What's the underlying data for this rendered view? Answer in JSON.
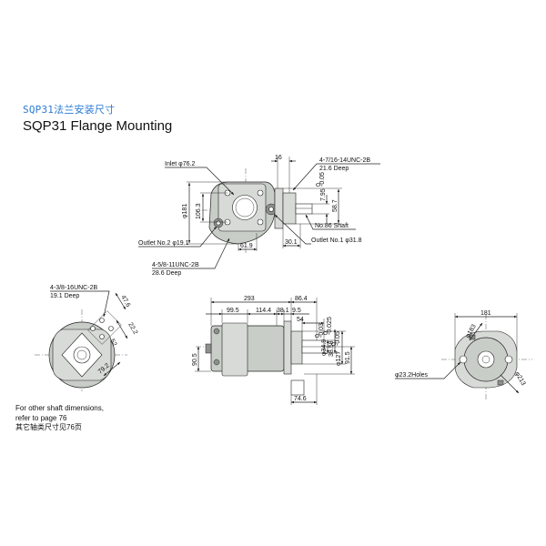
{
  "titles": {
    "cn": "SQP31法兰安装尺寸",
    "en": "SQP31 Flange Mounting"
  },
  "note": {
    "line1": "For other shaft dimensions,",
    "line2": "refer to page 76",
    "line3": "其它轴类尺寸见76页"
  },
  "top_view": {
    "inlet": "Inlet φ76.2",
    "dim_181": "φ181",
    "dim_106": "106.3",
    "outlet2": "Outlet No.2 φ19.1",
    "dim_61": "61.9",
    "thread_bottom_1": "4-5/8-11UNC-2B",
    "thread_bottom_2": "28.6 Deep",
    "dim_16": "16",
    "thread_top_1": "4-7/16-14UNC-2B",
    "thread_top_2": "21.6 Deep",
    "dim_795": "7.95",
    "dim_795_tol_upper": "0",
    "dim_795_tol_lower": "-0.05",
    "dim_587": "58.7",
    "shaft": "No.86 Shaft",
    "dim_301": "30.1",
    "outlet1": "Outlet No.1 φ31.8"
  },
  "left_view": {
    "thread_1": "4-3/8-16UNC-2B",
    "thread_2": "19.1 Deep",
    "dim_476": "47.6",
    "dim_222": "22.2",
    "dim_52": "52",
    "dim_792": "79.2"
  },
  "mid_view": {
    "dim_293": "293",
    "dim_864": "86.4",
    "dim_995": "99.5",
    "dim_1144": "114.4",
    "dim_381": "38.1",
    "dim_95": "9.5",
    "dim_54": "54",
    "dim_349": "φ34.9",
    "dim_349_tol_upper": "0",
    "dim_349_tol_lower": "-0.03",
    "dim_3858": "38.58",
    "dim_3858_tol_upper": "0",
    "dim_3858_tol_lower": "-0.025",
    "dim_127": "φ127",
    "dim_127_tol_upper": "0",
    "dim_127_tol_lower": "-0.05",
    "dim_905": "90.5",
    "dim_915": "91.5",
    "dim_746": "74.6"
  },
  "right_view": {
    "dim_181": "181",
    "dim_183": "φ183",
    "holes": "φ23.2Holes",
    "dim_213": "φ213"
  }
}
